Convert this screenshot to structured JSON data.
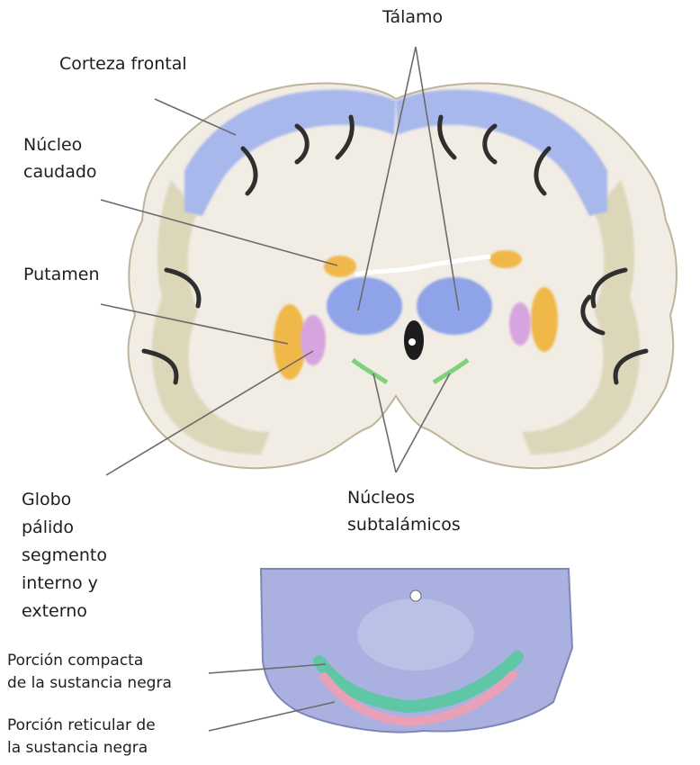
{
  "labels": {
    "talamo": "Tálamo",
    "corteza_frontal": "Corteza frontal",
    "nucleo_caudado": "Núcleo\ncaudado",
    "putamen": "Putamen",
    "globo_palido": "Globo\npálido\nsegmento\ninterno y\nexterno",
    "nucleos_subtalamicos": "Núcleos\nsubtalámicos",
    "porcion_compacta": "Porción compacta\nde la sustancia negra",
    "porcion_reticular": "Porción reticular de\nla sustancia negra"
  },
  "colors": {
    "white_matter": "#f1ece4",
    "gray_matter": "#dcd6b8",
    "cortex_blue": "#a9b8ec",
    "thalamus": "#8fa3e8",
    "caudate_putamen": "#f0b84a",
    "globus_pallidus": "#d7a4e0",
    "subthalamic": "#7fd27a",
    "ventricle": "#1d1d1d",
    "midbrain": "#aab0df",
    "compacta": "#5fc7a5",
    "reticulata": "#e8a1b6",
    "pointer_line": "#6b6b6b"
  }
}
